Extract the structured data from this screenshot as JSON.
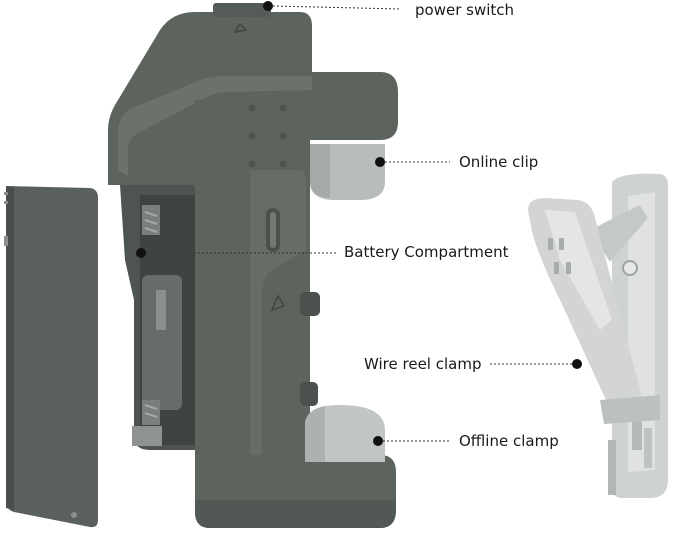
{
  "labels": {
    "power_switch": "power switch",
    "online_clip": "Online clip",
    "battery_compartment": "Battery Compartment",
    "wire_reel_clamp": "Wire reel clamp",
    "offline_clamp": "Offline clamp"
  },
  "colors": {
    "body": "#5d645e",
    "body_dark": "#4b514c",
    "body_light": "#6e756f",
    "cover": "#5a605b",
    "clip_grey": "#b9bcbc",
    "clamp_white": "#d6d8d8",
    "leader": "#333333"
  }
}
